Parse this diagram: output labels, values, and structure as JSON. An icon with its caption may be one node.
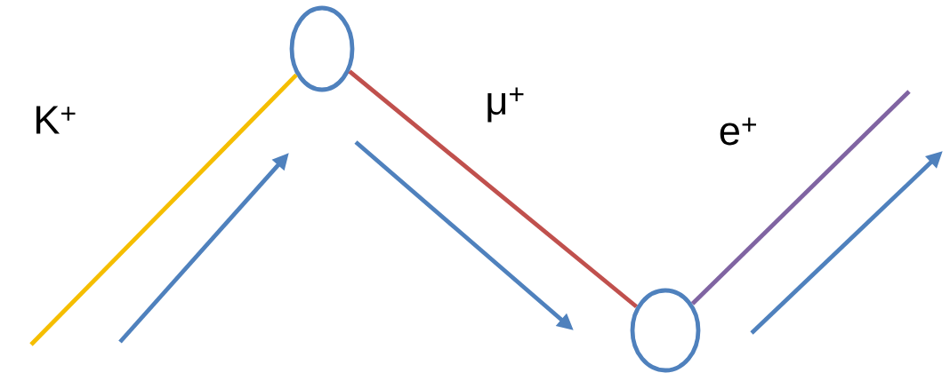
{
  "diagram": {
    "nodes": [
      {
        "text": [],
        "shape": "circle"
      },
      {
        "text": [],
        "shape": "circle"
      }
    ],
    "edges": [
      {
        "from": null,
        "to": 0,
        "arrow": "none",
        "color": "#f5be00"
      },
      {
        "from": 0,
        "to": 1,
        "arrow": "none",
        "color": "#c0504d"
      },
      {
        "from": 1,
        "to": null,
        "arrow": "none",
        "color": "#8064a2"
      }
    ],
    "labels": [
      "K$^{+}$",
      "μ$^{+}$",
      "e$^{+}$"
    ]
  }
}
